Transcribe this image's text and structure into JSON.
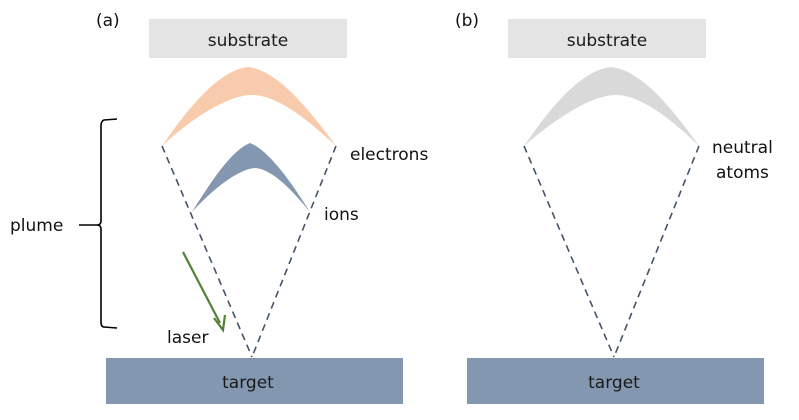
{
  "panels": [
    {
      "id": "a",
      "label": "(a)",
      "substrate_label": "substrate",
      "target_label": "target",
      "plume_label": "plume",
      "laser_label": "laser",
      "species": [
        {
          "name": "electrons",
          "color": "#f8cbad"
        },
        {
          "name": "ions",
          "color": "#8497b0"
        }
      ]
    },
    {
      "id": "b",
      "label": "(b)",
      "substrate_label": "substrate",
      "target_label": "target",
      "species": [
        {
          "name": "neutral",
          "name2": "atoms",
          "color": "#d9d9d9"
        }
      ]
    }
  ],
  "colors": {
    "substrate": "#e4e4e4",
    "target": "#8497b0",
    "dashed_line": "#44546a",
    "laser_arrow": "#548235",
    "bracket": "#000000"
  }
}
